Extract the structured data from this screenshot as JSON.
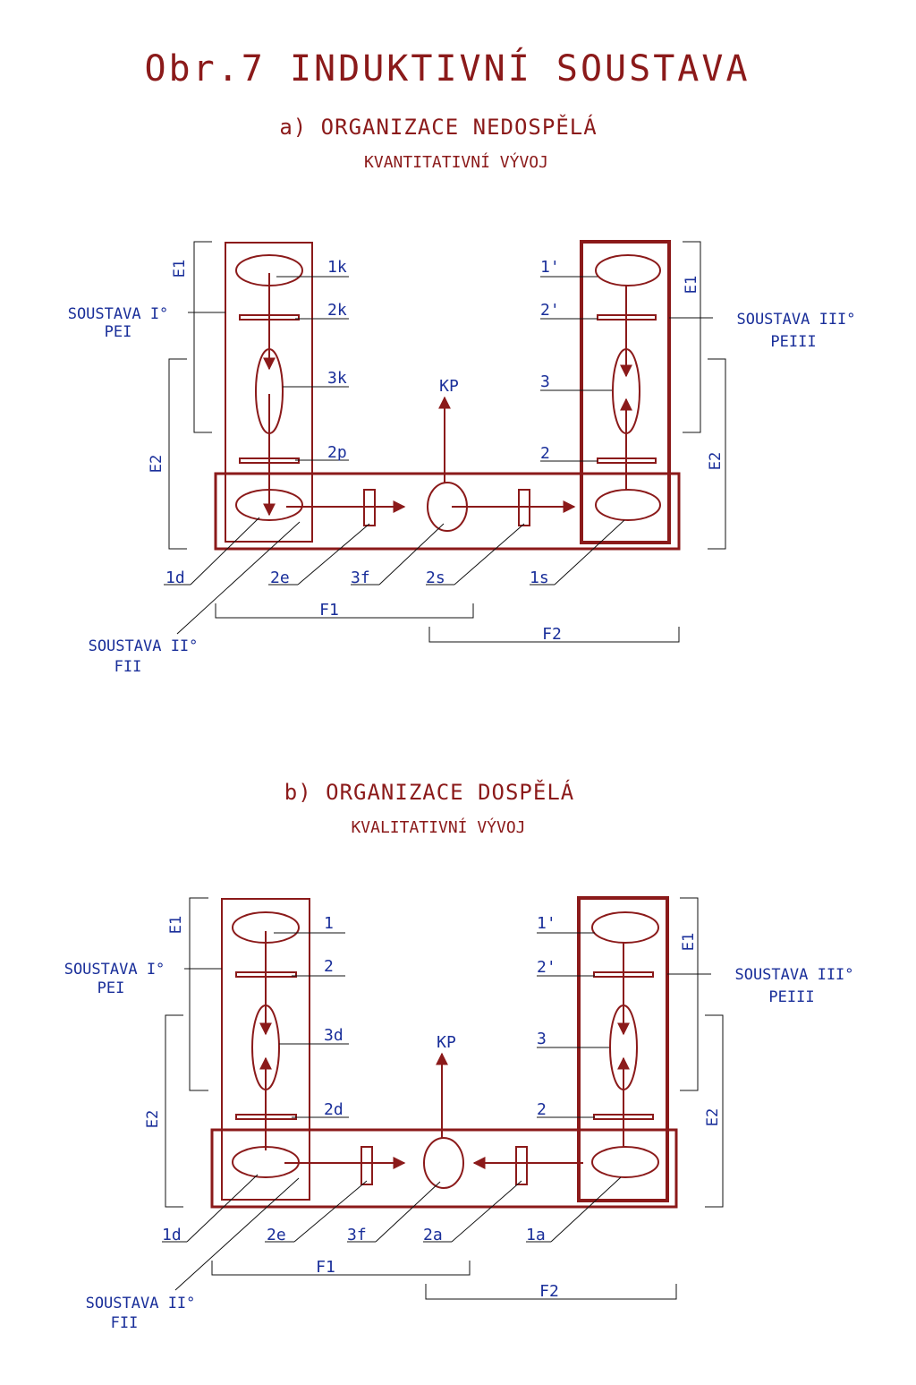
{
  "figure": {
    "title": "Obr.7 INDUKTIVNÍ SOUSTAVA",
    "colors": {
      "diagram": "#8b1a1a",
      "labels": "#1a2f9a",
      "lines": "#111111"
    }
  },
  "panel_a": {
    "heading": "a) ORGANIZACE NEDOSPĚLÁ",
    "subheading": "KVANTITATIVNÍ VÝVOJ",
    "left_system": "SOUSTAVA I°",
    "left_system_sub": "PEI",
    "right_system": "SOUSTAVA III°",
    "right_system_sub": "PEIII",
    "bottom_system": "SOUSTAVA II°",
    "bottom_system_sub": "FII",
    "kp": "KP",
    "e1": "E1",
    "e2": "E2",
    "f1": "F1",
    "f2": "F2",
    "left_labels": [
      "1k",
      "2k",
      "3k",
      "2p"
    ],
    "right_labels": [
      "1'",
      "2'",
      "3",
      "2"
    ],
    "bottom_labels": [
      "1d",
      "2e",
      "3f",
      "2s",
      "1s"
    ]
  },
  "panel_b": {
    "heading": "b) ORGANIZACE DOSPĚLÁ",
    "subheading": "KVALITATIVNÍ VÝVOJ",
    "left_system": "SOUSTAVA I°",
    "left_system_sub": "PEI",
    "right_system": "SOUSTAVA III°",
    "right_system_sub": "PEIII",
    "bottom_system": "SOUSTAVA II°",
    "bottom_system_sub": "FII",
    "kp": "KP",
    "e1": "E1",
    "e2": "E2",
    "f1": "F1",
    "f2": "F2",
    "left_labels": [
      "1",
      "2",
      "3d",
      "2d"
    ],
    "right_labels": [
      "1'",
      "2'",
      "3",
      "2"
    ],
    "bottom_labels": [
      "1d",
      "2e",
      "3f",
      "2a",
      "1a"
    ]
  }
}
